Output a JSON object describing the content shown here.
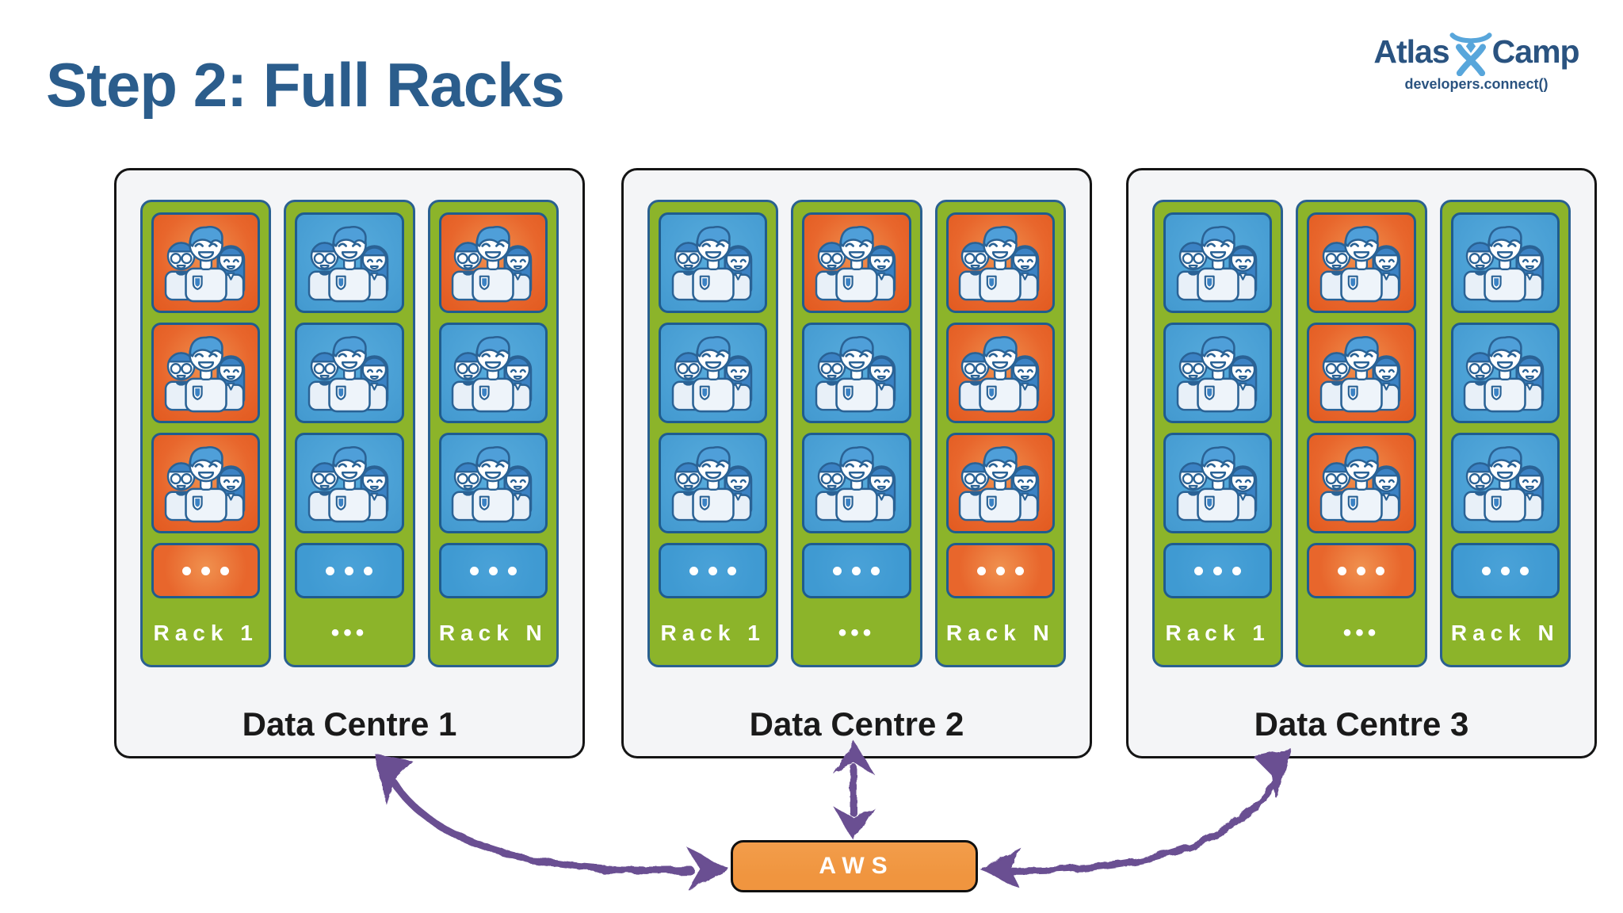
{
  "title": "Step 2: Full Racks",
  "logo": {
    "brand_left": "Atlas",
    "brand_right": "Camp",
    "tagline": "developers.connect()",
    "icon": "atlassian-charlie-figure"
  },
  "aws": {
    "label": "AWS"
  },
  "icons": {
    "team_cell": "three-person-team-icon",
    "more_cell": "ellipsis-dots",
    "arrows": "hand-drawn-double-headed-arrows"
  },
  "colors": {
    "title_blue": "#2b5d8c",
    "logo_dark": "#2a5380",
    "logo_light": "#58a6db",
    "dc_fill": "#f4f5f7",
    "green": "#8cb42a",
    "rack_border": "#2a6090",
    "cell_border": "#1f5c8e",
    "blue": "#4aa0d5",
    "blue_glow": "#58acdc",
    "blue_deep": "#4399cf",
    "dots_blue": "#3f9ad2",
    "dots_blue_glow": "#4aa2d8",
    "orange": "#e8662c",
    "orange_glow": "#f0914f",
    "orange_deep": "#e25a20",
    "arrow_purple": "#6a4f92",
    "aws_orange": "#f0953f",
    "outline": "#2a6295",
    "hair_center": "#4f9fd9",
    "hair_side": "#3b82c4",
    "shirt": "#e8f0f8",
    "face": "#ffffff"
  },
  "data_centres": [
    {
      "label": "Data Centre 1",
      "racks": [
        {
          "label": "Rack 1",
          "cells": [
            "orange",
            "orange",
            "orange"
          ],
          "dots": "orange"
        },
        {
          "label": "•••",
          "cells": [
            "blue",
            "blue",
            "blue"
          ],
          "dots": "blue"
        },
        {
          "label": "Rack N",
          "cells": [
            "orange",
            "blue",
            "blue"
          ],
          "dots": "blue"
        }
      ]
    },
    {
      "label": "Data Centre 2",
      "racks": [
        {
          "label": "Rack 1",
          "cells": [
            "blue",
            "blue",
            "blue"
          ],
          "dots": "blue"
        },
        {
          "label": "•••",
          "cells": [
            "orange",
            "blue",
            "blue"
          ],
          "dots": "blue"
        },
        {
          "label": "Rack N",
          "cells": [
            "orange",
            "orange",
            "orange"
          ],
          "dots": "orange"
        }
      ]
    },
    {
      "label": "Data Centre 3",
      "racks": [
        {
          "label": "Rack 1",
          "cells": [
            "blue",
            "blue",
            "blue"
          ],
          "dots": "blue"
        },
        {
          "label": "•••",
          "cells": [
            "orange",
            "orange",
            "orange"
          ],
          "dots": "orange"
        },
        {
          "label": "Rack N",
          "cells": [
            "blue",
            "blue",
            "blue"
          ],
          "dots": "blue"
        }
      ]
    }
  ]
}
